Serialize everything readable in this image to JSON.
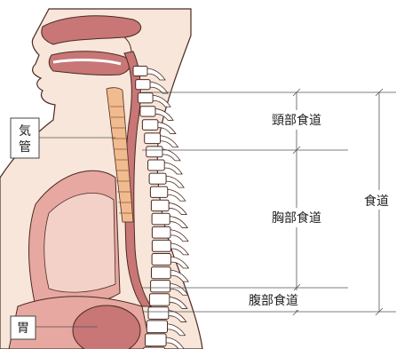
{
  "labels": {
    "trachea": "気管",
    "stomach": "胃",
    "cervical_esophagus": "頸部食道",
    "thoracic_esophagus": "胸部食道",
    "abdominal_esophagus": "腹部食道",
    "esophagus": "食道"
  },
  "colors": {
    "skin": "#f7e6d9",
    "outline": "#4a2a22",
    "organ_dark": "#c87676",
    "organ_mid": "#e6a8a0",
    "organ_light": "#f3d1c8",
    "airway": "#f0bb8f",
    "bone": "#ffffff",
    "dimension_line": "#555555"
  }
}
